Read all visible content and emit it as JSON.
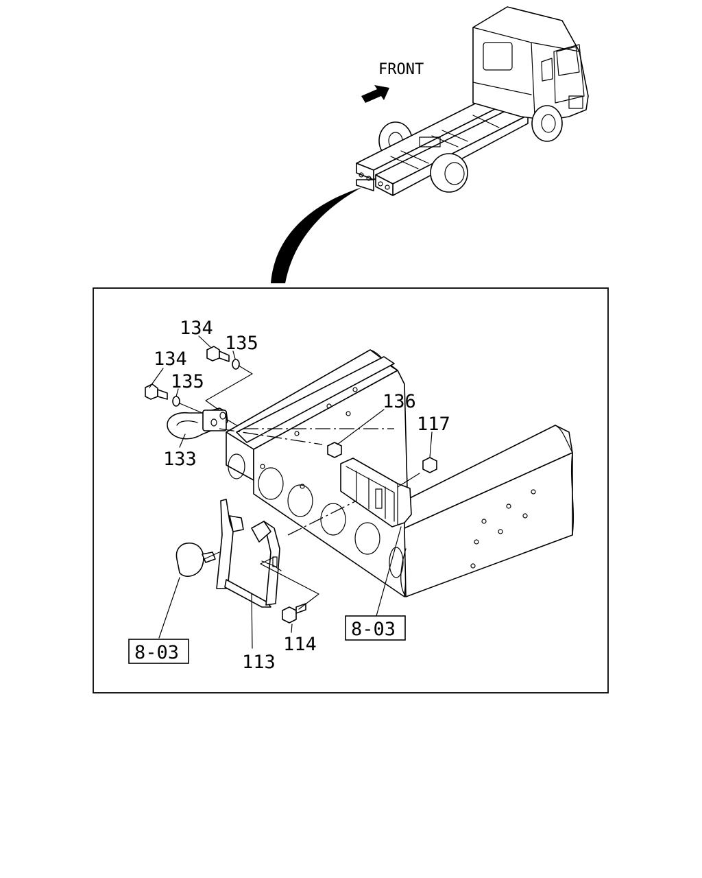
{
  "labels": {
    "front": "FRONT"
  },
  "parts": {
    "p134_upper": "134",
    "p135_upper": "135",
    "p134_lower": "134",
    "p135_lower": "135",
    "p133": "133",
    "p136": "136",
    "p117": "117",
    "p114": "114",
    "p113": "113"
  },
  "refs": {
    "left": "8-03",
    "right": "8-03"
  }
}
